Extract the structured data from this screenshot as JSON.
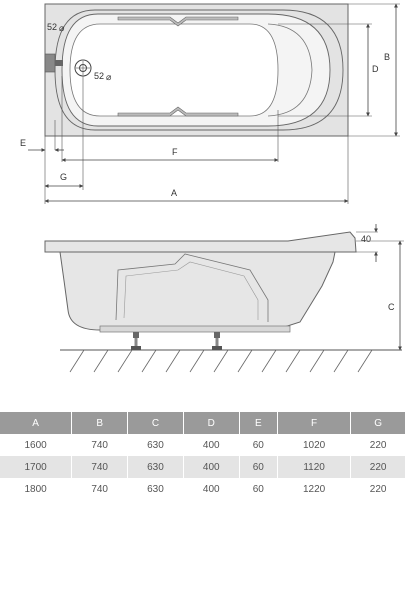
{
  "top_view": {
    "drain_label_left": "52",
    "drain_label_right": "52",
    "dim_labels": {
      "a": "A",
      "b": "B",
      "d": "D",
      "e": "E",
      "f": "F",
      "g": "G"
    }
  },
  "side_view": {
    "dim_labels": {
      "c": "C",
      "rim": "40"
    }
  },
  "table": {
    "headers": [
      "A",
      "B",
      "C",
      "D",
      "E",
      "F",
      "G"
    ],
    "rows": [
      [
        "1600",
        "740",
        "630",
        "400",
        "60",
        "1020",
        "220"
      ],
      [
        "1700",
        "740",
        "630",
        "400",
        "60",
        "1120",
        "220"
      ],
      [
        "1800",
        "740",
        "630",
        "400",
        "60",
        "1220",
        "220"
      ]
    ]
  },
  "colors": {
    "header_bg": "#9a9a9a",
    "tub_fill": "#e6e6e6",
    "row_alt": "#e4e4e4"
  }
}
